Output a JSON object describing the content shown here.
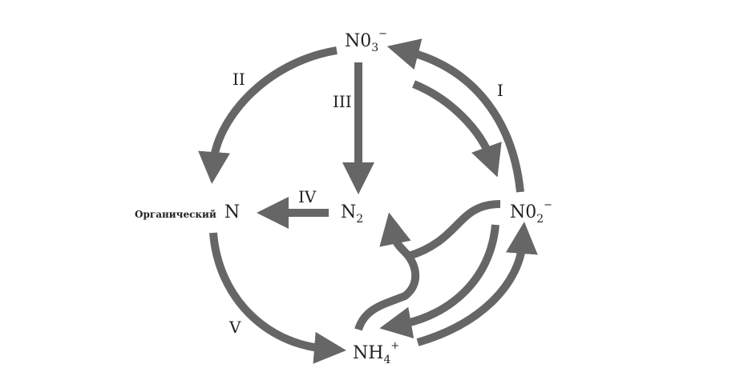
{
  "title": "Nitrogen cycle diagram",
  "colors": {
    "arrow": "#666666",
    "text": "#222222"
  },
  "nodes": {
    "no3": {
      "main": "N0",
      "sub": "3",
      "sup": "−"
    },
    "no2": {
      "main": "N0",
      "sub": "2",
      "sup": "−"
    },
    "n2": {
      "main": "N",
      "sub": "2"
    },
    "nh4": {
      "main": "NH",
      "sub": "4",
      "sup": "+"
    },
    "organic": {
      "prefix": "Органический",
      "main": "N"
    }
  },
  "process_labels": {
    "i": "I",
    "ii": "II",
    "iii": "III",
    "iv": "IV",
    "v": "V"
  }
}
